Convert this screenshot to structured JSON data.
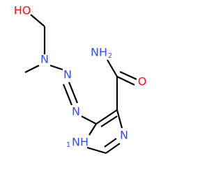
{
  "molecule": {
    "atoms": {
      "hydroxyl": {
        "label": "HO",
        "color": "#ff0d0d"
      },
      "n_methyl": {
        "label": "N",
        "color": "#3050f8"
      },
      "n_azo_mid": {
        "label": "N",
        "color": "#3050f8"
      },
      "n_azo_end": {
        "label": "N",
        "color": "#3050f8"
      },
      "amide_n": {
        "label": "NH",
        "sub": "2",
        "color": "#3050f8"
      },
      "amide_o": {
        "label": "O",
        "color": "#ff0d0d"
      },
      "ring_n": {
        "label": "N",
        "color": "#3050f8"
      },
      "ring_nh": {
        "label": "NH",
        "sub": "1",
        "color": "#3050f8"
      }
    },
    "bond_color": "#000000"
  }
}
